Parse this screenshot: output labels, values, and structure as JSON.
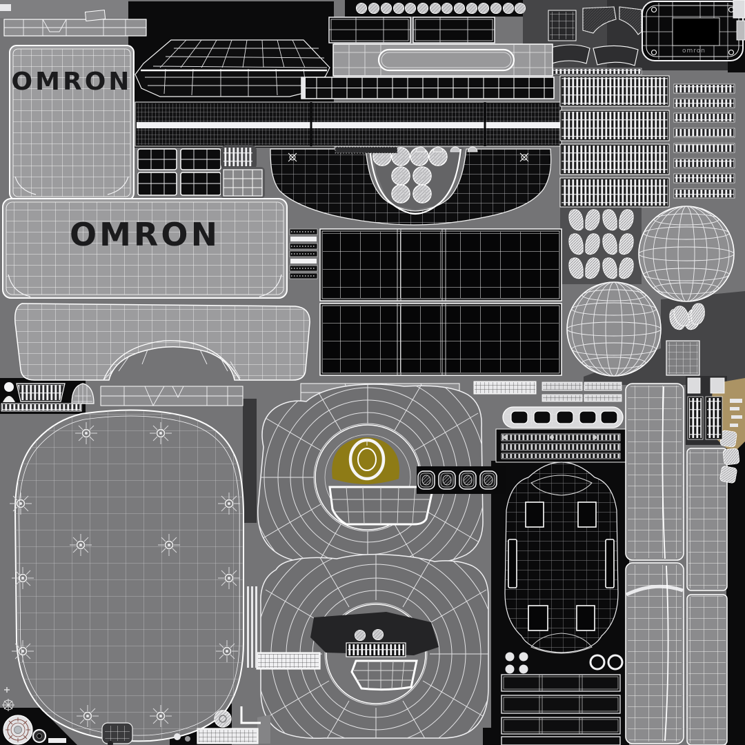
{
  "logos": {
    "panel1": "OMRON",
    "panel2": "OMRON",
    "device_face": "omron",
    "ghost": "omron"
  },
  "palette": {
    "bg": "#747476",
    "bgLight": "#7f7f81",
    "bgDark": "#5a5a5c",
    "charcoal": "#454547",
    "black": "#0b0b0c",
    "panel": "#9c9c9e",
    "shell": "#6f6f71",
    "shell2": "#7a7a7c",
    "wire": "#ffffff",
    "wireSoft": "#d9d9db",
    "mesh": "#c9c9cb",
    "olive": "#8e7b16",
    "khaki": "#ab9364",
    "rust": "#7e4a42",
    "ink": "#1b1b1d"
  }
}
